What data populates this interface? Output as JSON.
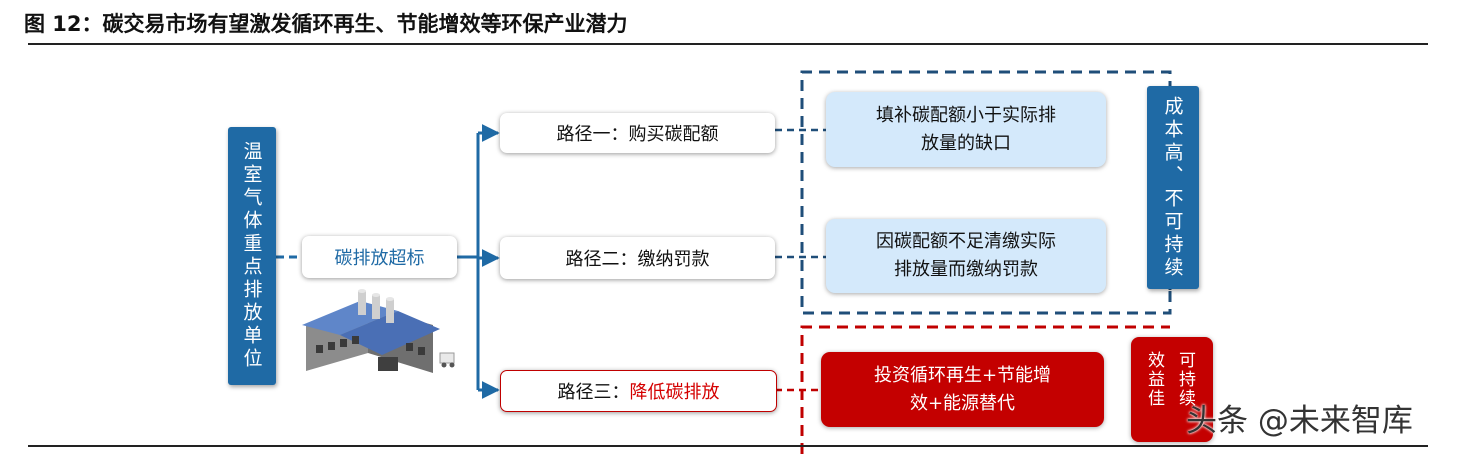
{
  "figure": {
    "title": "图 12：碳交易市场有望激发循环再生、节能增效等环保产业潜力"
  },
  "entity": {
    "label": "温室气体重点排放单位"
  },
  "excess": {
    "label": "碳排放超标"
  },
  "paths": [
    {
      "prefix": "路径一：",
      "action": "购买碳配额",
      "detail_lines": [
        "填补碳配额小于实际排",
        "放量的缺口"
      ]
    },
    {
      "prefix": "路径二：",
      "action": "缴纳罚款",
      "detail_lines": [
        "因碳配额不足清缴实际",
        "排放量而缴纳罚款"
      ]
    },
    {
      "prefix": "路径三：",
      "action": "降低碳排放",
      "detail_lines": [
        "投资循环再生+节能增",
        "效+能源替代"
      ]
    }
  ],
  "outcomes": {
    "cost": "成本高、不可持续",
    "effect_col1": "可持续",
    "effect_col2": "效益佳"
  },
  "watermark": "头条 @未来智库",
  "colors": {
    "blue": "#1f6aa5",
    "navy_dash": "#1f4e79",
    "red": "#c40000",
    "light_blue": "#d4e9fb"
  }
}
